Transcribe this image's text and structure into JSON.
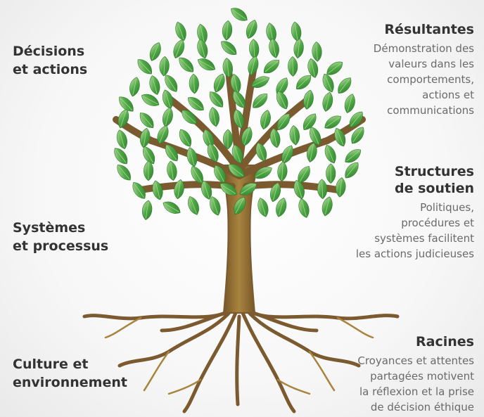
{
  "left_labels": [
    {
      "lines": [
        "Décisions",
        "et actions"
      ]
    },
    {
      "lines": [
        "Systèmes",
        "et processus"
      ]
    },
    {
      "lines": [
        "Culture et",
        "environnement"
      ]
    }
  ],
  "right_blocks": [
    {
      "title": [
        "Résultantes"
      ],
      "desc": [
        "Démonstration des",
        "valeurs dans les",
        "comportements,",
        "actions et",
        "communications"
      ]
    },
    {
      "title": [
        "Structures",
        "de soutien"
      ],
      "desc": [
        "Politiques,",
        "procédures et",
        "systèmes facilitent",
        "les actions judicieuses"
      ]
    },
    {
      "title": [
        "Racines"
      ],
      "desc": [
        "Croyances et attentes",
        "partagées motivent",
        "la réflexion et la prise",
        "de décision éthique"
      ]
    }
  ],
  "colors": {
    "trunk": "#7a5a2e",
    "trunk_light": "#a8843f",
    "leaf": "#3f9a3a",
    "leaf_light": "#a6d68c"
  },
  "illustration": {
    "name": "tree-illustration"
  }
}
